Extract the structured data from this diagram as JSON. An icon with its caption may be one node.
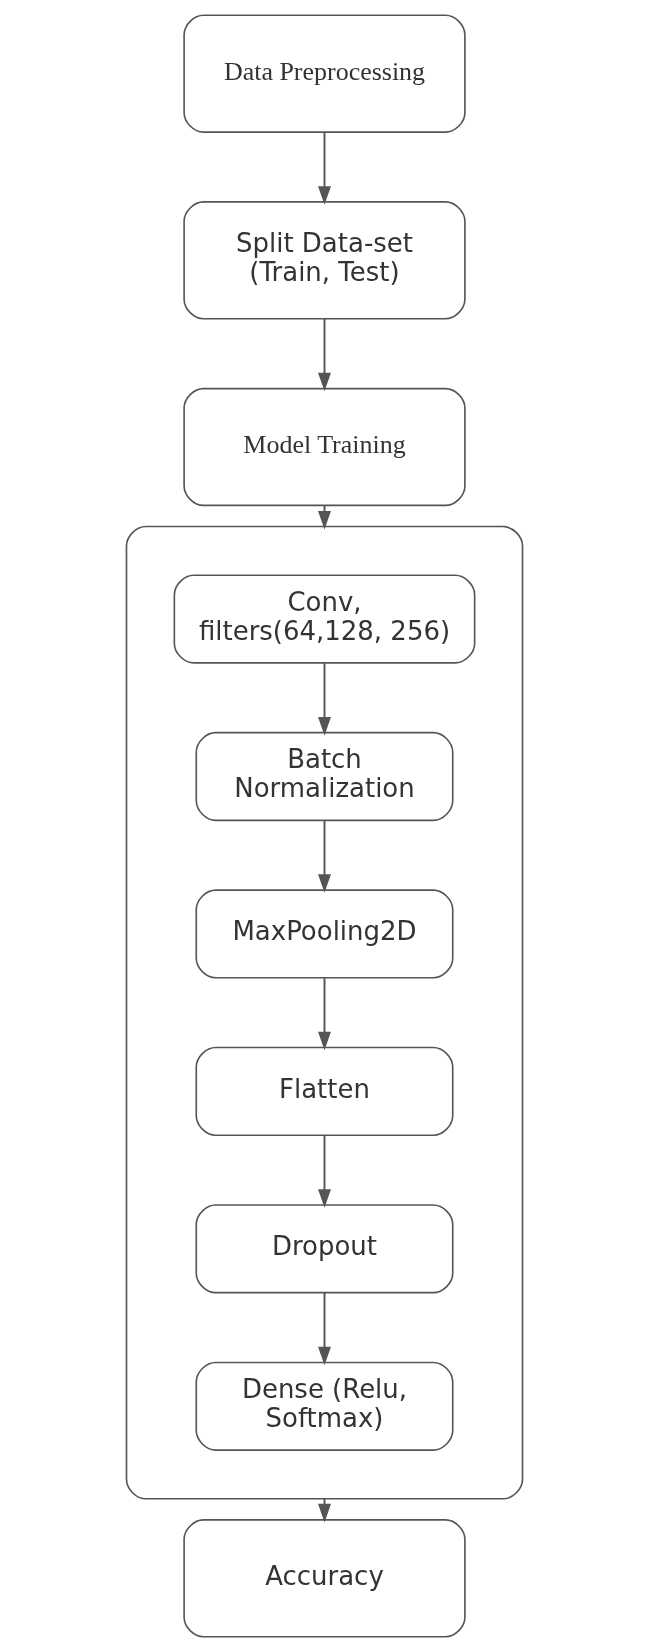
{
  "diagram": {
    "nodes": [
      {
        "text": [
          "Data Preprocessing"
        ]
      },
      {
        "text": [
          "Split Data-set (Train, Test)"
        ]
      },
      {
        "text": [
          "Model Training"
        ]
      },
      {
        "text": [],
        "shape": "box"
      },
      {
        "text": [
          "Conv, filters(64,128, 256)"
        ],
        "in": 3
      },
      {
        "text": [
          "Batch Normalization"
        ],
        "in": 3
      },
      {
        "text": [
          "MaxPooling2D"
        ],
        "in": 3
      },
      {
        "text": [
          "Flatten"
        ],
        "in": 3
      },
      {
        "text": [
          "Dropout"
        ],
        "in": 3
      },
      {
        "text": [
          "Dense (Relu, Softmax)"
        ],
        "in": 3
      },
      {
        "text": [
          "Accuracy"
        ]
      }
    ],
    "edges": [
      {
        "from": 0,
        "to": 1,
        "arrow": "to"
      },
      {
        "from": 1,
        "to": 2,
        "arrow": "to"
      },
      {
        "from": 2,
        "to": 3,
        "arrow": "to"
      },
      {
        "from": 4,
        "to": 5,
        "arrow": "to"
      },
      {
        "from": 5,
        "to": 6,
        "arrow": "to"
      },
      {
        "from": 6,
        "to": 7,
        "arrow": "to"
      },
      {
        "from": 7,
        "to": 8,
        "arrow": "to"
      },
      {
        "from": 8,
        "to": 9,
        "arrow": "to"
      },
      {
        "from": 3,
        "to": 10,
        "arrow": "to"
      }
    ]
  }
}
